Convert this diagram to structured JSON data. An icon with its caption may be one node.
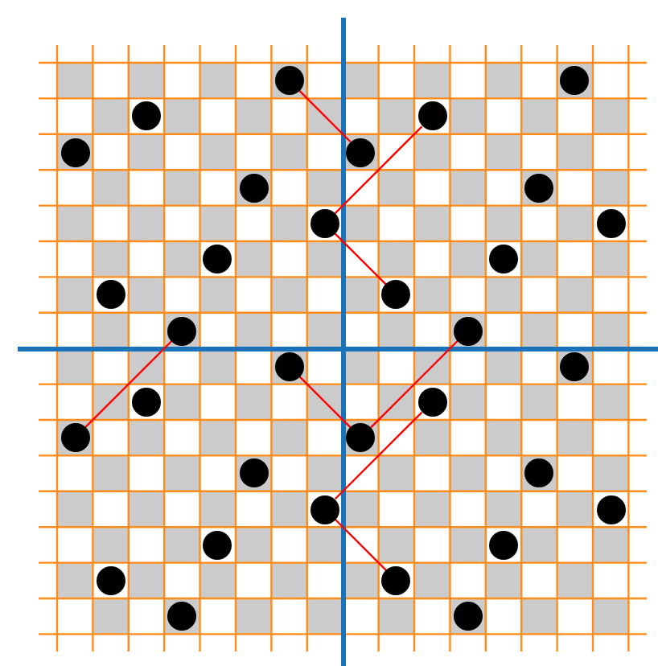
{
  "diagram": {
    "nodes": [
      {
        "text": [],
        "shape": "circle"
      },
      {
        "text": [],
        "shape": "circle"
      },
      {
        "text": [],
        "shape": "circle"
      },
      {
        "text": [],
        "shape": "circle"
      },
      {
        "text": [],
        "shape": "circle"
      },
      {
        "text": [],
        "shape": "circle"
      },
      {
        "text": [],
        "shape": "circle"
      },
      {
        "text": [],
        "shape": "circle"
      },
      {
        "text": [],
        "shape": "circle"
      },
      {
        "text": [],
        "shape": "circle"
      },
      {
        "text": [],
        "shape": "circle"
      },
      {
        "text": [],
        "shape": "circle"
      },
      {
        "text": [],
        "shape": "circle"
      },
      {
        "text": [],
        "shape": "circle"
      },
      {
        "text": [],
        "shape": "circle"
      },
      {
        "text": [],
        "shape": "circle"
      },
      {
        "text": [],
        "shape": "circle"
      },
      {
        "text": [],
        "shape": "circle"
      },
      {
        "text": [],
        "shape": "circle"
      },
      {
        "text": [],
        "shape": "circle"
      },
      {
        "text": [],
        "shape": "circle"
      },
      {
        "text": [],
        "shape": "circle"
      },
      {
        "text": [],
        "shape": "circle"
      },
      {
        "text": [],
        "shape": "circle"
      },
      {
        "text": [],
        "shape": "circle"
      },
      {
        "text": [],
        "shape": "circle"
      },
      {
        "text": [],
        "shape": "circle"
      },
      {
        "text": [],
        "shape": "circle"
      },
      {
        "text": [],
        "shape": "circle"
      },
      {
        "text": [],
        "shape": "circle"
      },
      {
        "text": [],
        "shape": "circle"
      },
      {
        "text": [],
        "shape": "circle"
      }
    ],
    "edges": [
      {
        "from": 0,
        "to": 5,
        "arrow": "none"
      },
      {
        "from": 3,
        "to": 8,
        "arrow": "none"
      },
      {
        "from": 8,
        "to": 13,
        "arrow": "none"
      },
      {
        "from": 14,
        "to": 20,
        "arrow": "none"
      },
      {
        "from": 15,
        "to": 21,
        "arrow": "none"
      },
      {
        "from": 16,
        "to": 21,
        "arrow": "none"
      },
      {
        "from": 19,
        "to": 24,
        "arrow": "none"
      },
      {
        "from": 24,
        "to": 29,
        "arrow": "none"
      }
    ]
  }
}
